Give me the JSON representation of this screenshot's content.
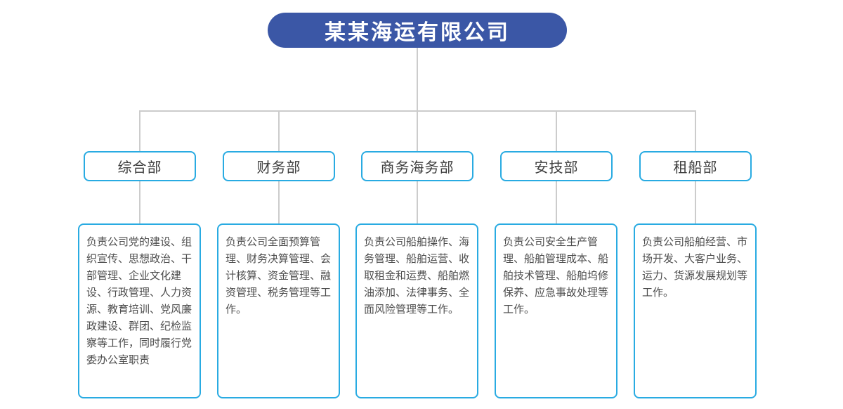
{
  "header": {
    "title": "某某海运有限公司"
  },
  "colors": {
    "header_bg": "#3B57A6",
    "box_border": "#29ABE2",
    "connector": "#cccccc",
    "dept_text": "#3d3d3d",
    "desc_text": "#4d4d4d"
  },
  "departments": [
    {
      "name": "综合部",
      "description": "负责公司党的建设、组织宣传、思想政治、干部管理、企业文化建设、行政管理、人力资源、教育培训、党风廉政建设、群团、纪检监察等工作，同时履行党委办公室职责"
    },
    {
      "name": "财务部",
      "description": "负责公司全面预算管理、财务决算管理、会计核算、资金管理、融资管理、税务管理等工作。"
    },
    {
      "name": "商务海务部",
      "description": "负责公司船舶操作、海务管理、船舶运营、收取租金和运费、船舶燃油添加、法律事务、全面风险管理等工作。"
    },
    {
      "name": "安技部",
      "description": "负责公司安全生产管理、船舶管理成本、船舶技术管理、船舶坞修保养、应急事故处理等工作。"
    },
    {
      "name": "租船部",
      "description": "负责公司船舶经营、市场开发、大客户业务、运力、货源发展规划等工作。"
    }
  ]
}
